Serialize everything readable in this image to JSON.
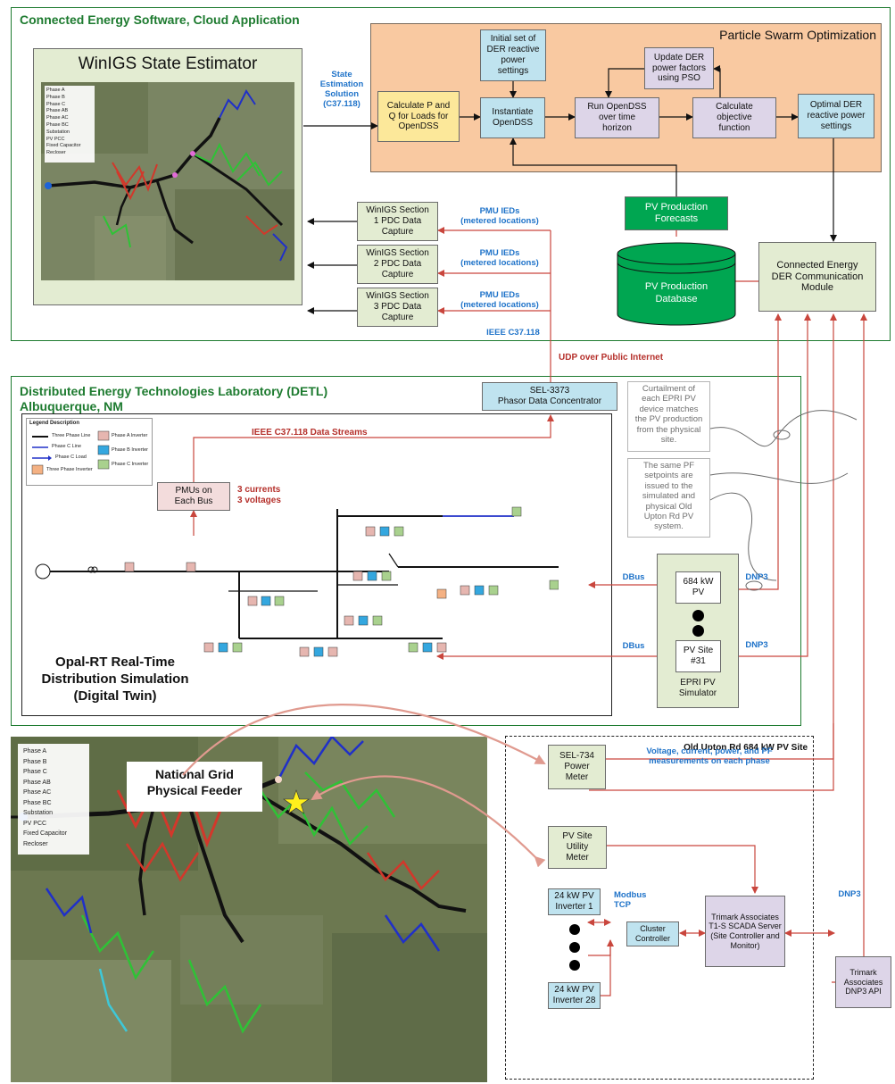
{
  "sections": {
    "cloud_title": "Connected Energy Software, Cloud Application",
    "detl_title": "Distributed Energy Technologies Laboratory (DETL)\nAlbuquerque, NM",
    "pso_title": "Particle Swarm Optimization",
    "old_upton_title": "Old Upton Rd 684 kW PV Site"
  },
  "winigs": {
    "title": "WinIGS State Estimator",
    "legend": [
      "Phase A",
      "Phase B",
      "Phase C",
      "Phase AB",
      "Phase AC",
      "Phase BC",
      "Substation",
      "PV PCC",
      "Fixed Capacitor",
      "Recloser"
    ]
  },
  "pso_boxes": {
    "initial": "Initial set of\nDER reactive\npower\nsettings",
    "calc_pq": "Calculate P and\nQ for Loads for\nOpenDSS",
    "instantiate": "Instantiate\nOpenDSS",
    "run": "Run OpenDSS\nover time\nhorizon",
    "update": "Update DER\npower factors\nusing PSO",
    "objective": "Calculate\nobjective\nfunction",
    "optimal": "Optimal DER\nreactive power\nsettings"
  },
  "cloud_boxes": {
    "forecasts": "PV Production\nForecasts",
    "database": "PV Production\nDatabase",
    "der_module": "Connected Energy\nDER Communication\nModule",
    "pdc1": "WinIGS Section\n1 PDC Data\nCapture",
    "pdc2": "WinIGS Section\n2 PDC Data\nCapture",
    "pdc3": "WinIGS Section\n3 PDC Data\nCapture"
  },
  "labels": {
    "state_est": "State\nEstimation\nSolution\n(C37.118)",
    "pmu1": "PMU IEDs\n(metered locations)",
    "pmu2": "PMU IEDs\n(metered locations)",
    "pmu3": "PMU IEDs\n(metered locations)",
    "ieee": "IEEE C37.118",
    "udp": "UDP over Public Internet",
    "streams": "IEEE C37.118 Data Streams",
    "currents": "3 currents\n3 voltages",
    "dbus1": "DBus",
    "dbus2": "DBus",
    "dnp3_1": "DNP3",
    "dnp3_2": "DNP3",
    "dnp3_3": "DNP3",
    "meter_meas": "Voltage, current, power, and PF\nmeasurements on each phase",
    "modbus": "Modbus\nTCP"
  },
  "detl": {
    "sel3373": "SEL-3373\nPhasor Data Concentrator",
    "note1": "Curtailment of\neach EPRI PV\ndevice matches\nthe PV production\nfrom the physical\nsite.",
    "note2": "The same PF\nsetpoints are\nissued to the\nsimulated and\nphysical Old\nUpton Rd PV\nsystem.",
    "pmus": "PMUs on\nEach Bus",
    "opal": "Opal-RT Real-Time\nDistribution Simulation\n(Digital Twin)",
    "pv684": "684 kW\nPV",
    "pv31": "PV Site\n#31",
    "epri": "EPRI PV\nSimulator",
    "legend_title": "Legend Description",
    "legend_lines": [
      "Three Phase Line",
      "Phase C Line",
      "Phase C Load",
      "Three Phase Inverter"
    ],
    "legend_inv": [
      "Phase A Inverter",
      "Phase B Inverter",
      "Phase C Inverter"
    ]
  },
  "bottom": {
    "ng_title": "National Grid\nPhysical Feeder",
    "legend": [
      "Phase A",
      "Phase B",
      "Phase C",
      "Phase AB",
      "Phase AC",
      "Phase BC",
      "Substation",
      "PV PCC",
      "Fixed Capacitor",
      "Recloser"
    ],
    "sel734": "SEL-734\nPower\nMeter",
    "pv_meter": "PV Site\nUtility\nMeter",
    "inv1": "24 kW PV\nInverter 1",
    "inv28": "24 kW PV\nInverter 28",
    "cluster": "Cluster\nController",
    "scada": "Trimark Associates\nT1-S SCADA Server\n(Site Controller and\nMonitor)",
    "dnp3_api": "Trimark\nAssociates\nDNP3 API"
  },
  "colors": {
    "cloud_border": "#1e7b30",
    "pso_fill": "#f9c9a1",
    "blue_box": "#bfe3ef",
    "yellow_box": "#fce89a",
    "purple_box": "#ddd5e8",
    "green_box": "#00a651",
    "olive_box": "#e3ecd2",
    "arrow_red": "#c9463d"
  }
}
